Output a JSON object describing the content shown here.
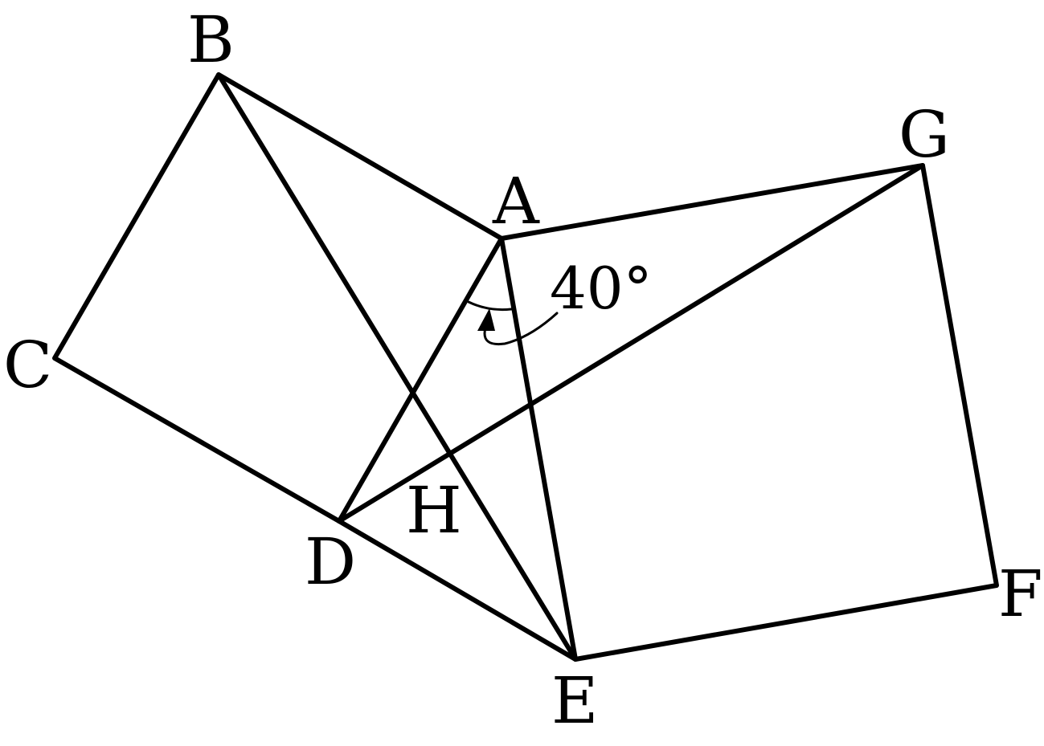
{
  "diagram": {
    "labels": {
      "A": "A",
      "B": "B",
      "C": "C",
      "D": "D",
      "E": "E",
      "F": "F",
      "G": "G",
      "H": "H"
    },
    "angle_annotation": "40°",
    "colors": {
      "stroke": "#000000",
      "background": "#ffffff"
    }
  }
}
